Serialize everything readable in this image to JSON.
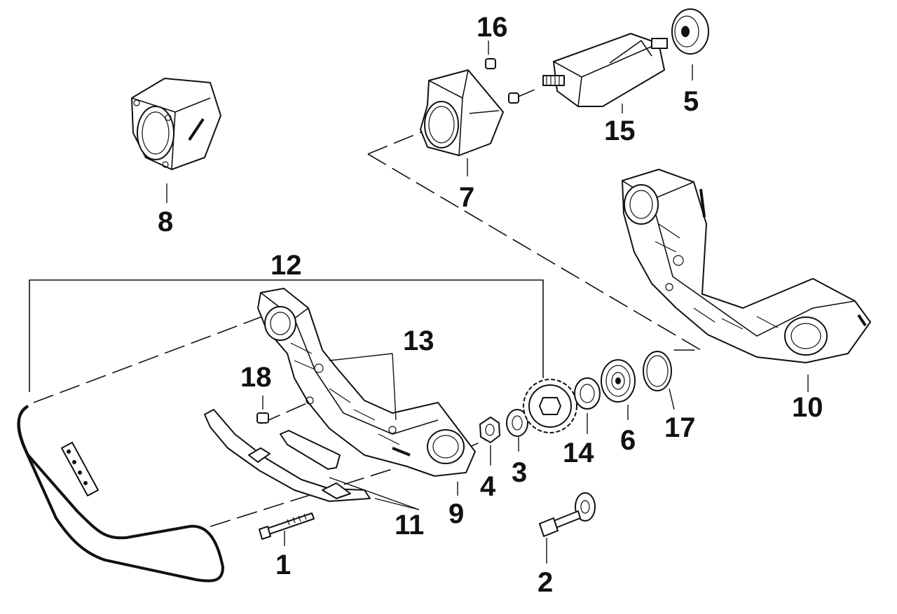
{
  "diagram": {
    "labels": {
      "p1": "1",
      "p2": "2",
      "p3": "3",
      "p4": "4",
      "p5": "5",
      "p6": "6",
      "p7": "7",
      "p8": "8",
      "p9": "9",
      "p10": "10",
      "p11": "11",
      "p12": "12",
      "p13": "13",
      "p14": "14",
      "p15": "15",
      "p16": "16",
      "p17": "17",
      "p18": "18"
    }
  }
}
